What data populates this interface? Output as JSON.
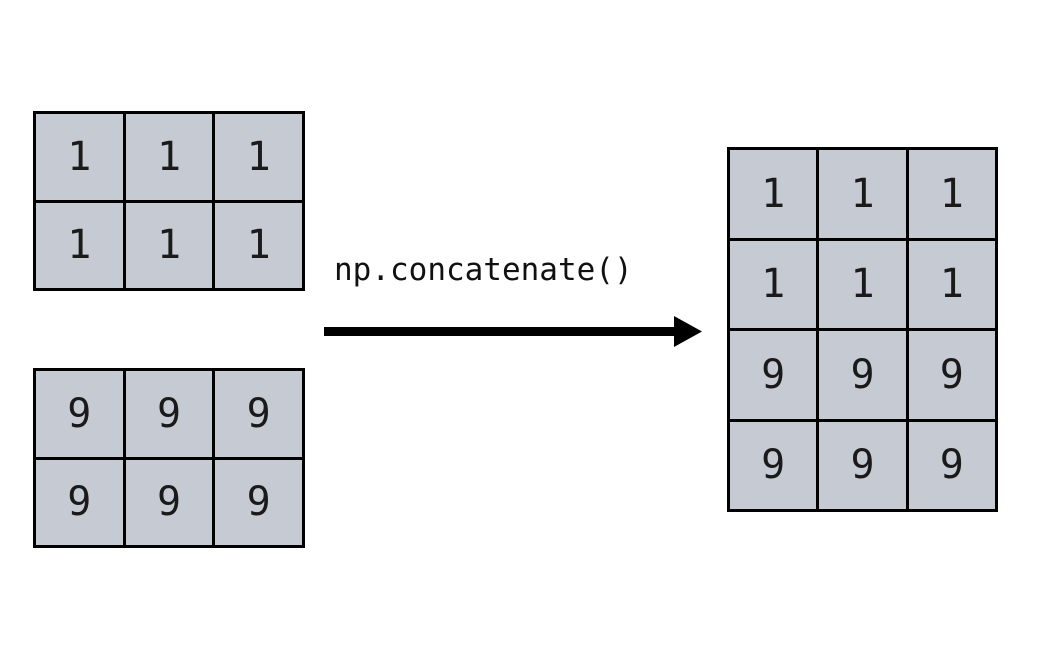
{
  "diagram": {
    "title": "np.concatenate()",
    "background_color": "#ffffff",
    "cell_fill_color": "#c6cad2",
    "line_color": "#000000",
    "operation_label": "np.concatenate()",
    "arrow": {
      "name": "right-arrow",
      "direction": "right",
      "color": "#000000"
    },
    "inputs": [
      {
        "name": "input-matrix-ones",
        "rows": 2,
        "cols": 3,
        "values": [
          [
            "1",
            "1",
            "1"
          ],
          [
            "1",
            "1",
            "1"
          ]
        ]
      },
      {
        "name": "input-matrix-nines",
        "rows": 2,
        "cols": 3,
        "values": [
          [
            "9",
            "9",
            "9"
          ],
          [
            "9",
            "9",
            "9"
          ]
        ]
      }
    ],
    "output": {
      "name": "result-matrix",
      "rows": 4,
      "cols": 3,
      "values": [
        [
          "1",
          "1",
          "1"
        ],
        [
          "1",
          "1",
          "1"
        ],
        [
          "9",
          "9",
          "9"
        ],
        [
          "9",
          "9",
          "9"
        ]
      ]
    }
  }
}
